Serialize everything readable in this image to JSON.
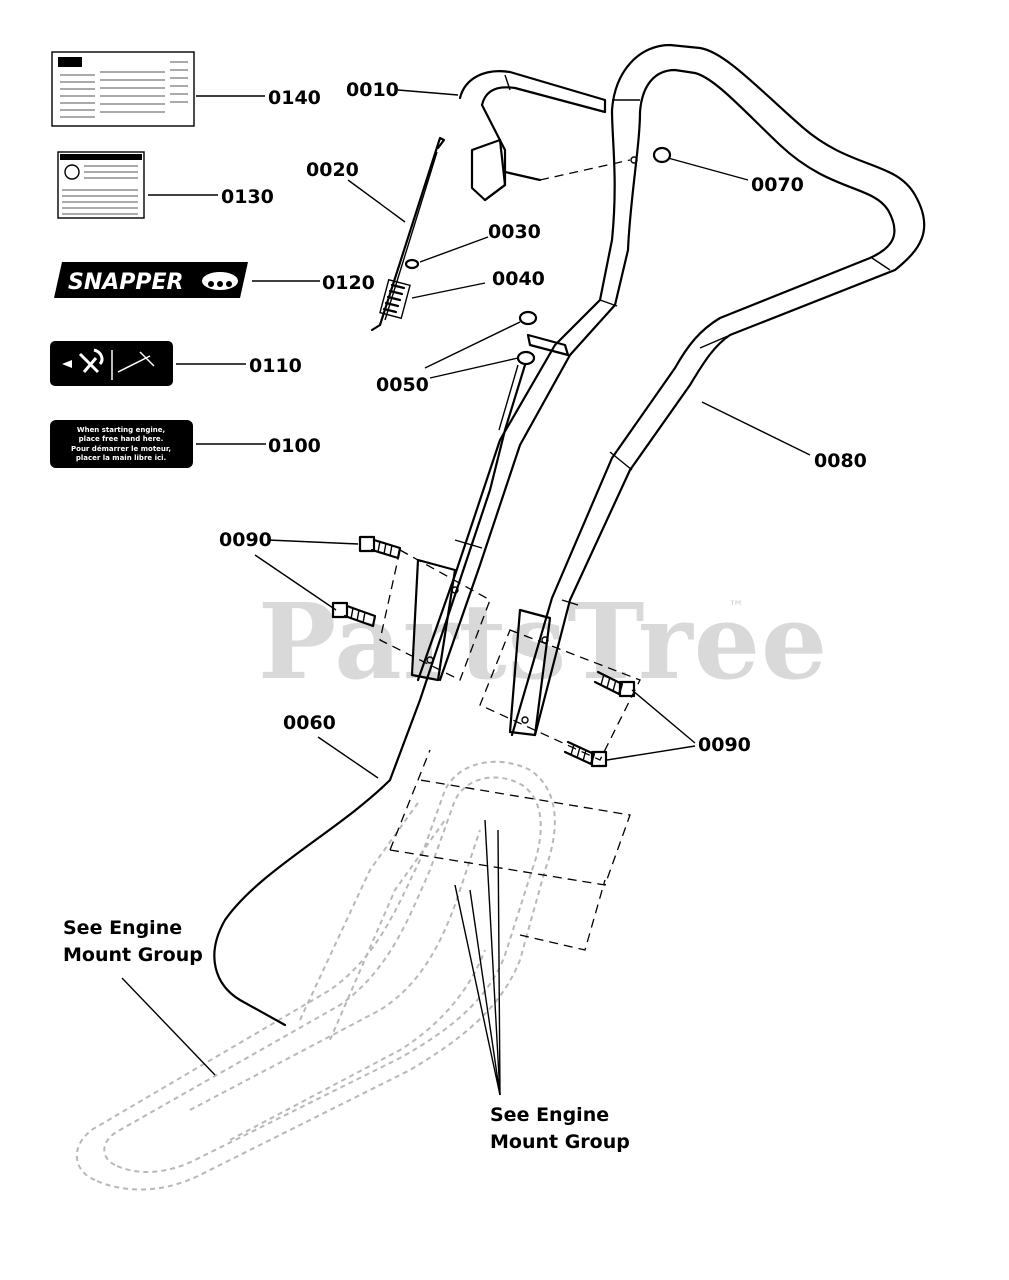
{
  "watermark": {
    "text": "PartsTree",
    "tm": "™"
  },
  "callouts": {
    "p0010": "0010",
    "p0020": "0020",
    "p0030": "0030",
    "p0040": "0040",
    "p0050": "0050",
    "p0060": "0060",
    "p0070": "0070",
    "p0080": "0080",
    "p0090a": "0090",
    "p0090b": "0090",
    "p0100": "0100",
    "p0110": "0110",
    "p0120": "0120",
    "p0130": "0130",
    "p0140": "0140"
  },
  "decals": {
    "snapper_brand": "SNAPPER",
    "d0100_line1": "When starting engine,",
    "d0100_line2": "place free hand here.",
    "d0100_line3": "Pour démarrer le moteur,",
    "d0100_line4": "placer la main libre ici."
  },
  "notes": {
    "engine_left_line1": "See Engine",
    "engine_left_line2": "Mount Group",
    "engine_right_line1": "See Engine",
    "engine_right_line2": "Mount Group"
  }
}
